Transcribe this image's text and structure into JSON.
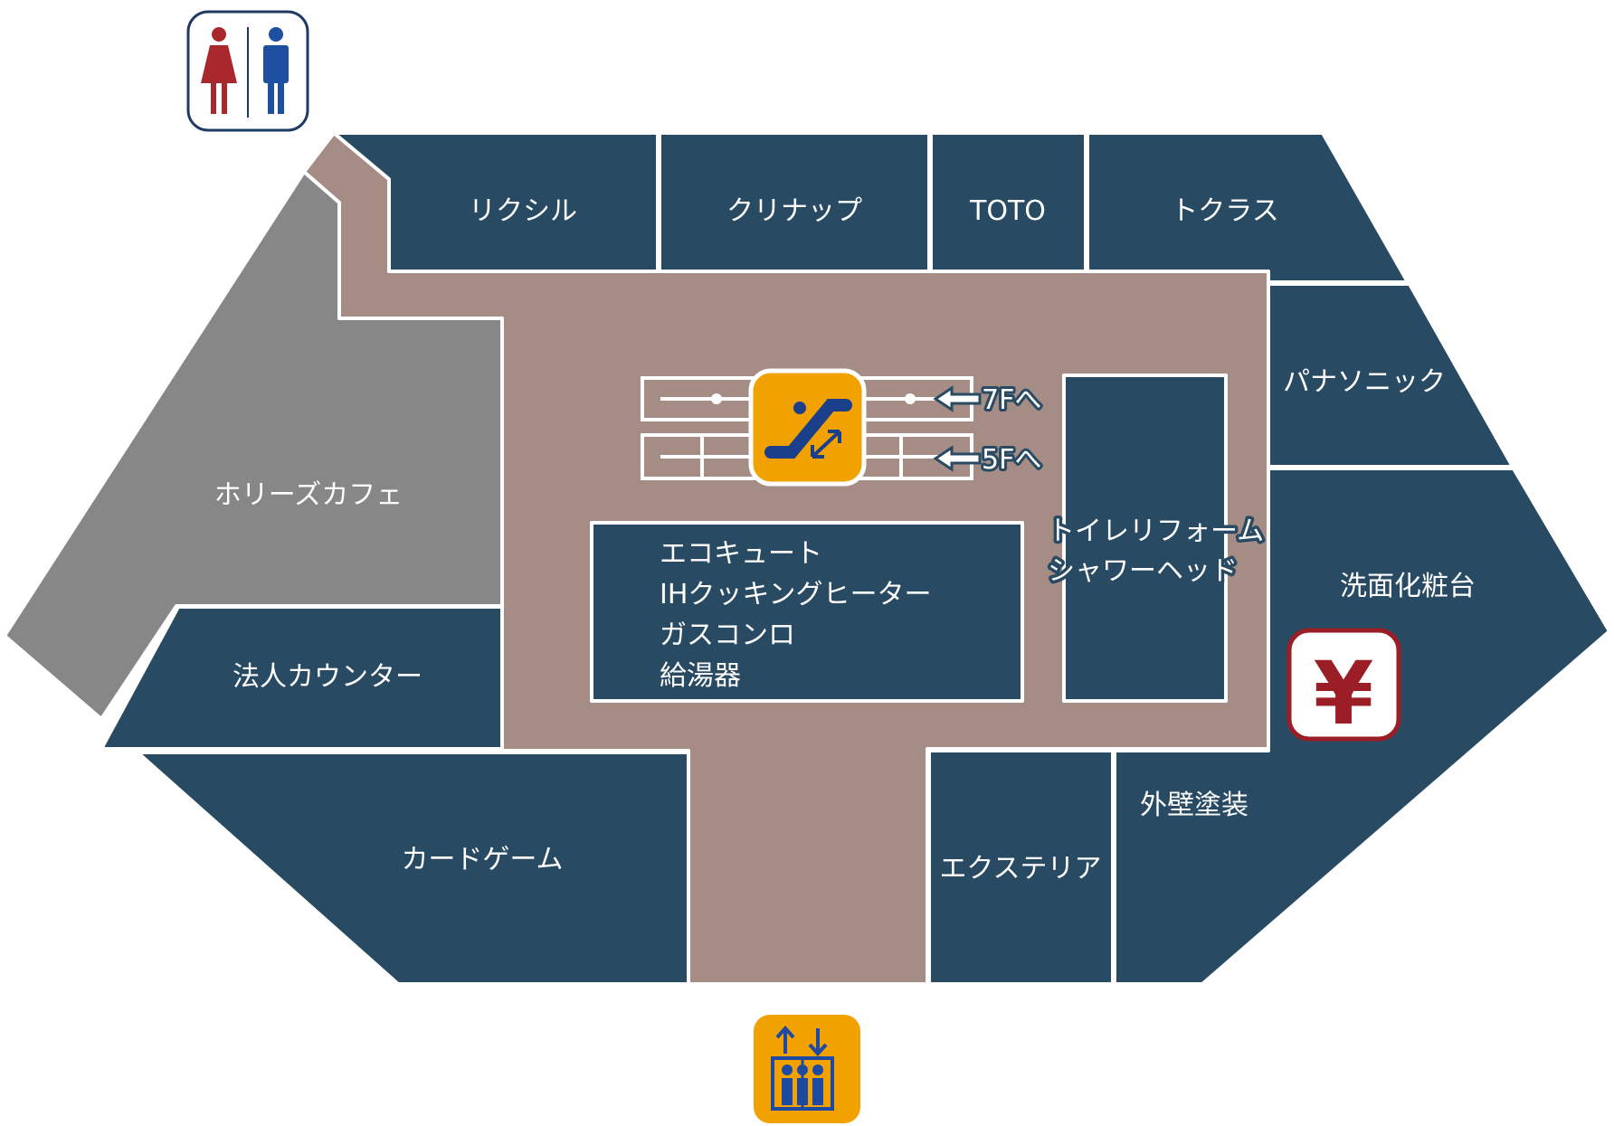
{
  "stores": {
    "lixil": "リクシル",
    "cleanup": "クリナップ",
    "toto": "TOTO",
    "takara": "トクラス",
    "panasonic": "パナソニック",
    "holly_cafe": "ホリーズカフェ",
    "corporate_counter": "法人カウンター",
    "card_game": "カードゲーム",
    "exterior": "エクステリア",
    "wall_paint": "外壁塗装",
    "vanity": "洗面化粧台"
  },
  "center_block": {
    "lines": [
      "エコキュート",
      "IHクッキングヒーター",
      "ガスコンロ",
      "給湯器"
    ]
  },
  "toilet_block": {
    "lines": [
      "トイレリフォーム",
      "シャワーヘッド"
    ]
  },
  "escalator": {
    "up_label": "7Fへ",
    "down_label": "5Fへ"
  },
  "icons": {
    "restroom": "restroom-icon",
    "escalator": "escalator-icon",
    "elevator": "elevator-icon",
    "yen": "yen-icon",
    "yen_glyph": "¥"
  },
  "colors": {
    "shop": "#284a63",
    "aisle": "#a58d86",
    "cafe": "#878787",
    "escalator_accent": "#f2a200",
    "elevator_blue": "#1d4aa0",
    "female_red": "#a8282d",
    "male_blue": "#1f4fa0",
    "yen_red": "#9b1e26"
  }
}
